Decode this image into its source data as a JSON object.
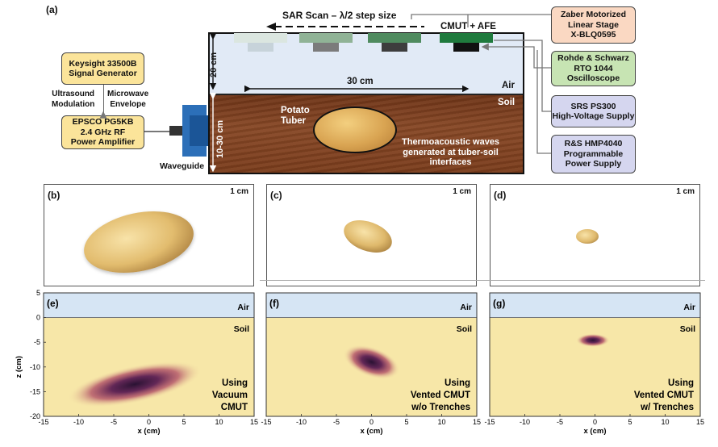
{
  "panel_a": {
    "label": "(a)",
    "sar_scan": "SAR Scan – λ/2 step size",
    "cmut_afe": "CMUT + AFE",
    "dim_20cm": "20 cm",
    "dim_30cm": "30 cm",
    "dim_10_30cm": "10-30 cm",
    "air": "Air",
    "soil": "Soil",
    "potato_tuber": "Potato\nTuber",
    "thermo_text": "Thermoacoustic waves\ngenerated at tuber-soil\ninterfaces",
    "waveguide": "Waveguide",
    "signal_generator": "Keysight 33500B\nSignal Generator",
    "ultrasound_mod": "Ultrasound\nModulation",
    "microwave_env": "Microwave\nEnvelope",
    "amplifier": "EPSCO PG5KB\n2.4 GHz RF\nPower Amplifier",
    "zaber": "Zaber Motorized\nLinear Stage\nX-BLQ0595",
    "oscilloscope": "Rohde & Schwarz\nRTO 1044\nOscilloscope",
    "hv_supply": "SRS PS300\nHigh-Voltage Supply",
    "prog_supply": "R&S HMP4040\nProgrammable\nPower Supply"
  },
  "photos": [
    {
      "label": "(b)",
      "scale": "1 cm"
    },
    {
      "label": "(c)",
      "scale": "1 cm"
    },
    {
      "label": "(d)",
      "scale": "1 cm"
    }
  ],
  "images": [
    {
      "label": "(e)",
      "air": "Air",
      "soil": "Soil",
      "caption": "Using\nVacuum\nCMUT",
      "target": {
        "x": -2,
        "z": -13.5,
        "rx": 6.5,
        "rz": 2.5,
        "tilt": -12
      }
    },
    {
      "label": "(f)",
      "air": "Air",
      "soil": "Soil",
      "caption": "Using\nVented CMUT\nw/o Trenches",
      "target": {
        "x": 0,
        "z": -9,
        "rx": 2.8,
        "rz": 2.0,
        "tilt": 20
      }
    },
    {
      "label": "(g)",
      "air": "Air",
      "soil": "Soil",
      "caption": "Using\nVented CMUT\nw/ Trenches",
      "target": {
        "x": -0.3,
        "z": -4.6,
        "rx": 1.6,
        "rz": 0.9,
        "tilt": 0
      }
    }
  ],
  "axes": {
    "xlabel": "x (cm)",
    "ylabel": "z (cm)",
    "xticks": [
      "-15",
      "-10",
      "-5",
      "0",
      "5",
      "10",
      "15"
    ],
    "yticks": [
      "5",
      "0",
      "-5",
      "-10",
      "-15",
      "-20"
    ],
    "xlim": [
      -15,
      15
    ],
    "ylim": [
      -20,
      5
    ]
  },
  "colors": {
    "air_tank": "#dfe9f5",
    "soil_dark": "#7a3d1c",
    "air_plot": "#d6e5f4",
    "soil_plot": "#f7e7a8",
    "target": "#2a1233"
  }
}
